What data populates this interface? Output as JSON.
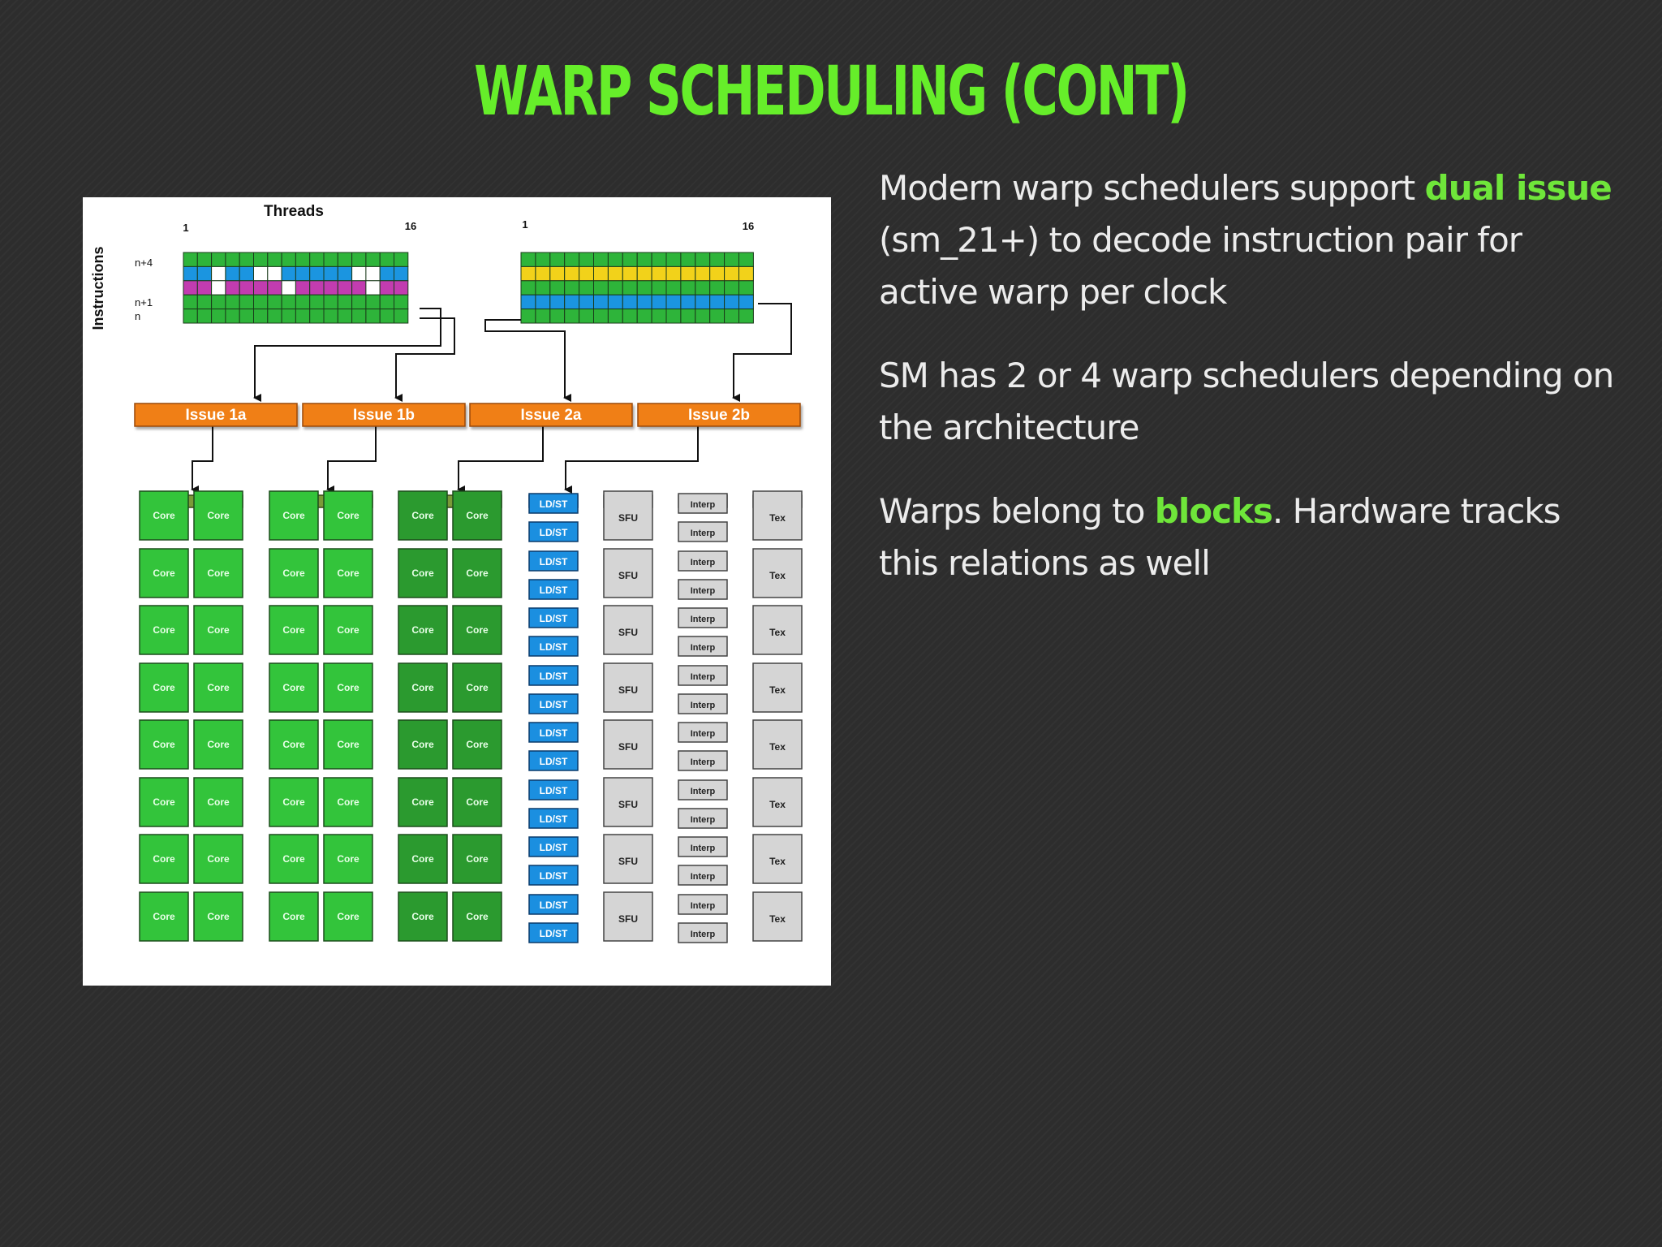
{
  "slide": {
    "title": "WARP SCHEDULING (CONT)"
  },
  "figure": {
    "axis_threads": "Threads",
    "axis_instructions": "Instructions",
    "thread_start": "1",
    "thread_end": "16",
    "row_labels": [
      "n+4",
      "n+1",
      "n"
    ],
    "issue_labels": [
      "Issue 1a",
      "Issue 1b",
      "Issue 2a",
      "Issue 2b"
    ],
    "unit_labels": {
      "core": "Core",
      "ldst": "LD/ST",
      "sfu": "SFU",
      "interp": "Interp",
      "tex": "Tex"
    },
    "colors": {
      "issue": "#f07f16",
      "core": "#33c43b",
      "core_dark": "#2b9a2f",
      "ldst": "#1b8fe0",
      "grey_unit": "#d5d5d5",
      "dispatch": "#7a9a38",
      "warp_blue": "#1b95e0",
      "warp_magenta": "#c23cb0",
      "warp_yellow": "#f2d21a",
      "warp_green": "#2eb43a"
    }
  },
  "bullets": [
    {
      "before": "Modern warp schedulers support ",
      "highlight": "dual issue",
      "after": " (sm_21+) to decode instruction pair for active warp per clock"
    },
    {
      "before": "SM has 2 or 4 warp schedulers depending on the architecture",
      "highlight": "",
      "after": ""
    },
    {
      "before": "Warps belong to ",
      "highlight": "blocks",
      "after": ". Hardware tracks this relations as well"
    }
  ],
  "highlight_color": "#6fe63a",
  "title_color": "#66ee2a"
}
